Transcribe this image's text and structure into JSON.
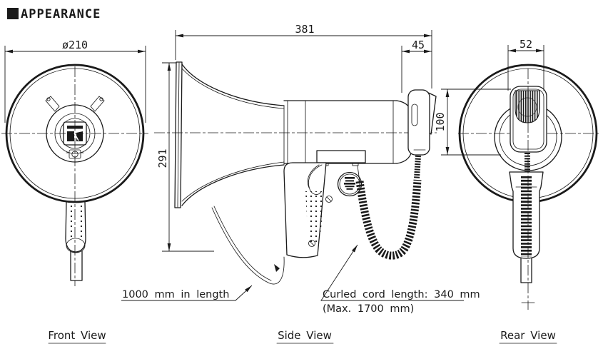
{
  "title": "APPEARANCE",
  "views": {
    "front": {
      "label": "Front View"
    },
    "side": {
      "label": "Side View"
    },
    "rear": {
      "label": "Rear View"
    }
  },
  "dimensions": {
    "front_diameter": "ø210",
    "overall_length": "381",
    "mic_depth": "45",
    "overall_height": "291",
    "mic_height": "100",
    "mic_width": "52"
  },
  "annotations": {
    "strap": "1000 mm in length",
    "curled_cord": "Curled cord length: 340 mm",
    "curled_cord_max": "(Max. 1700 mm)"
  },
  "colors": {
    "line": "#1a1a1a",
    "background": "#ffffff"
  }
}
